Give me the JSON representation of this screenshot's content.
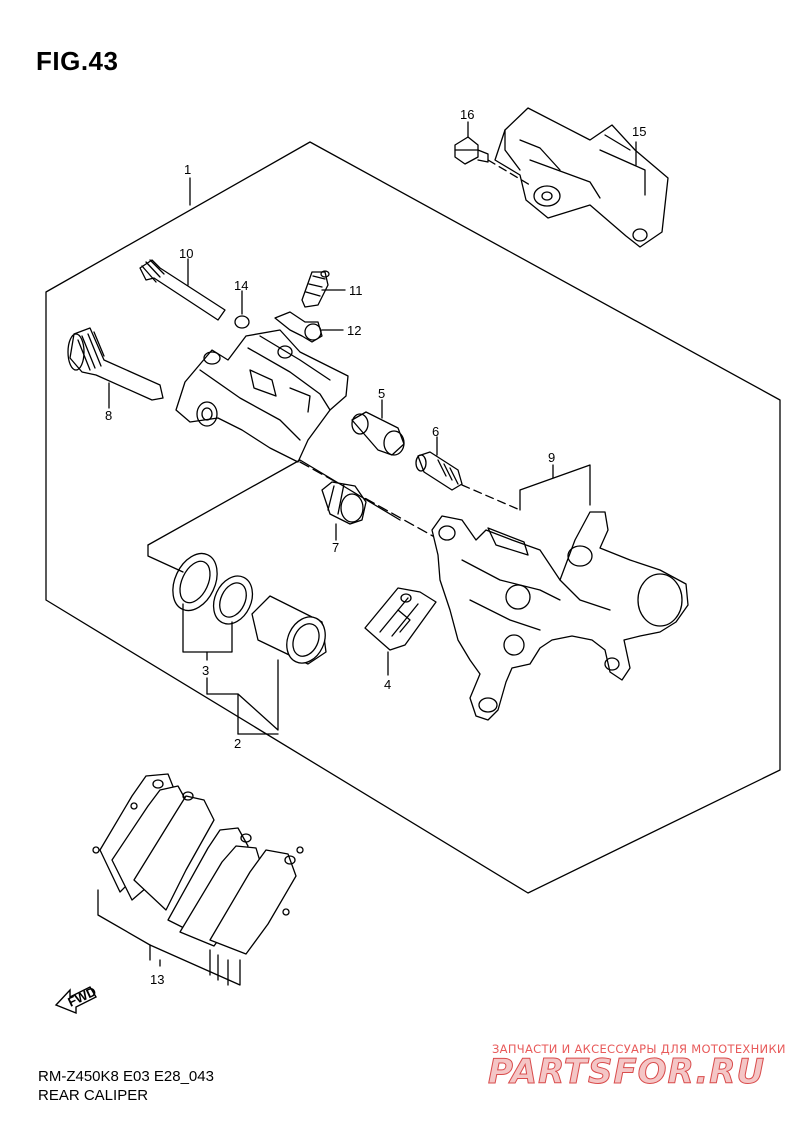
{
  "figure": {
    "title": "FIG.43"
  },
  "callouts": [
    "1",
    "2",
    "3",
    "4",
    "5",
    "6",
    "7",
    "8",
    "9",
    "10",
    "11",
    "12",
    "13",
    "14",
    "15",
    "16"
  ],
  "fwd_label": "FWD",
  "footer": {
    "code": "RM-Z450K8 E03 E28_043",
    "name": "REAR CALIPER"
  },
  "watermark": {
    "caption": "ЗАПЧАСТИ И АКСЕССУАРЫ ДЛЯ МОТОТЕХНИКИ",
    "logo": "PARTSFOR.RU"
  }
}
